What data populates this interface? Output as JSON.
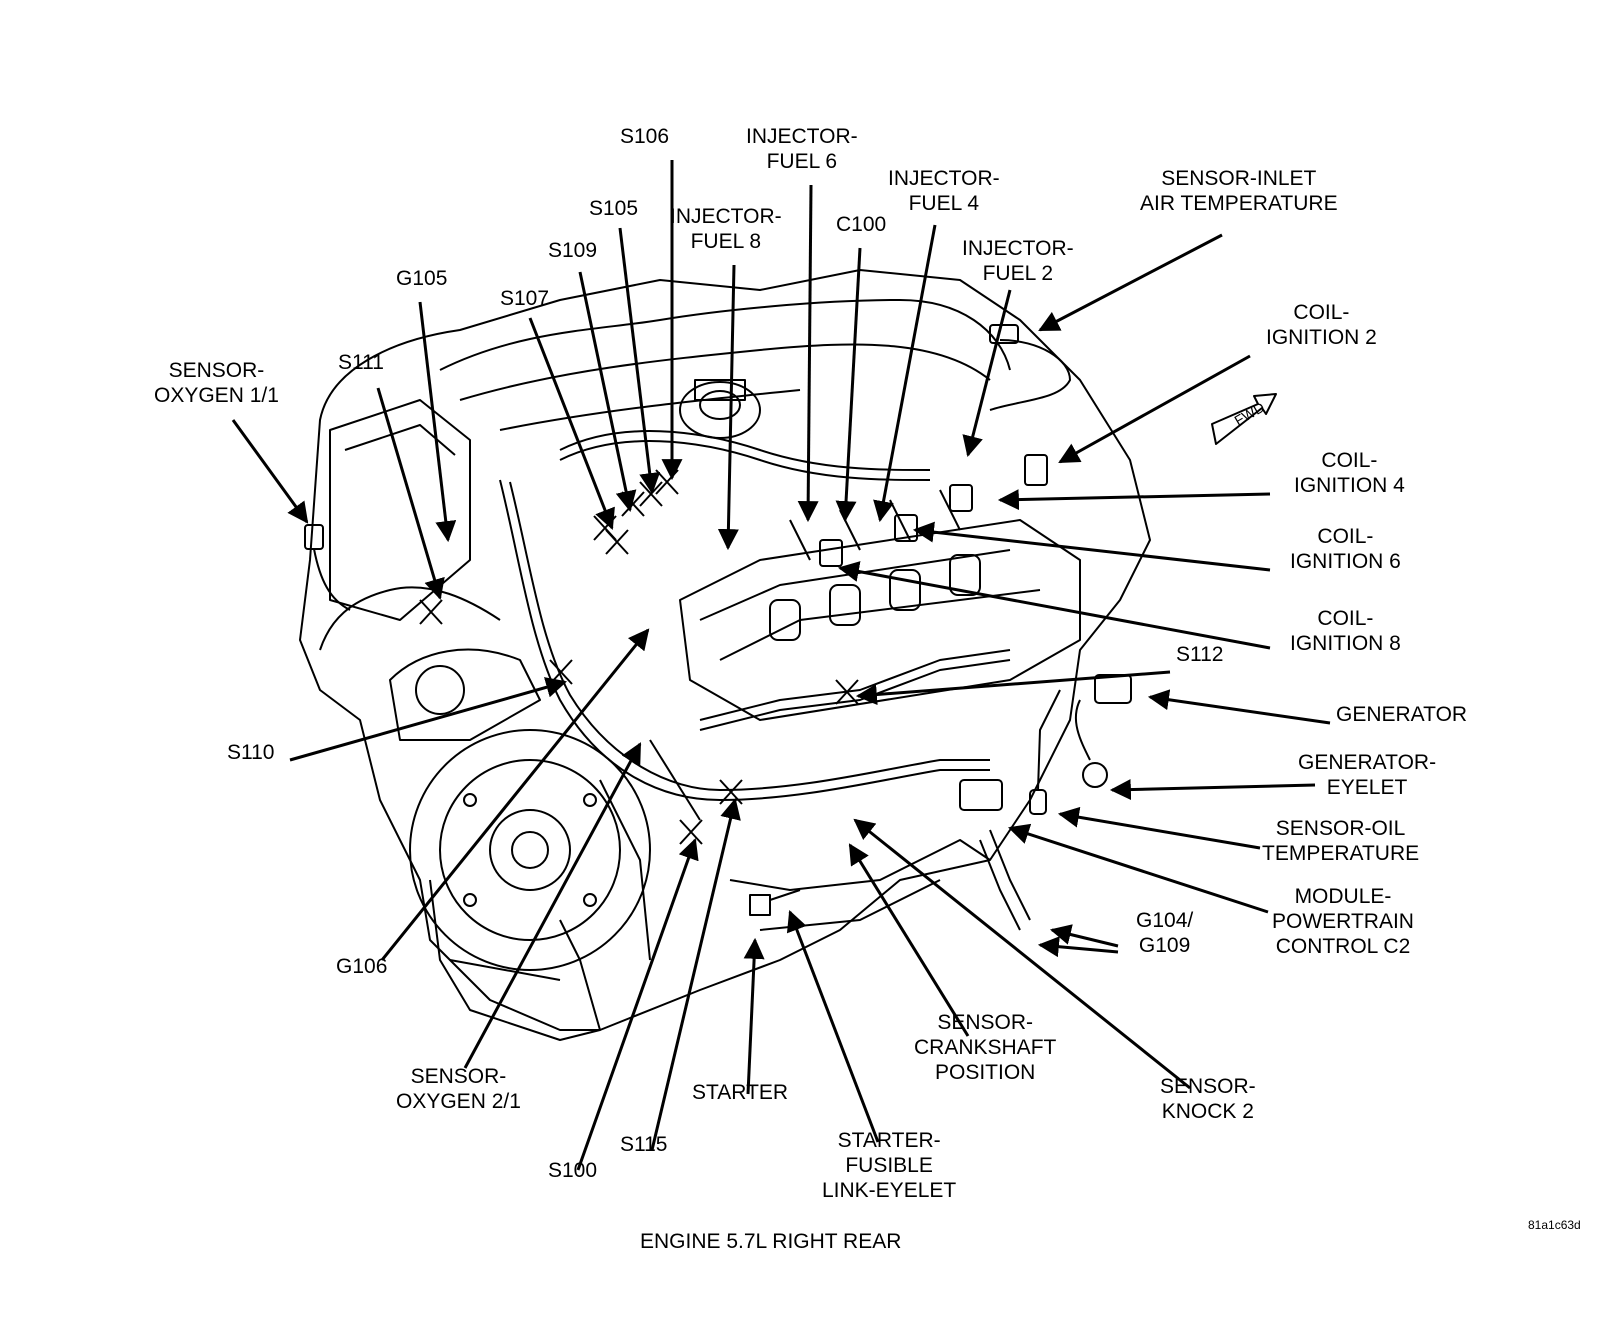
{
  "diagram": {
    "caption": "ENGINE 5.7L RIGHT REAR",
    "image_code": "81a1c63d",
    "fwd_label": "FWD",
    "colors": {
      "ink": "#000000",
      "paper": "#ffffff"
    }
  },
  "labels": {
    "s106": "S106",
    "injector_fuel_6": [
      "INJECTOR-",
      "FUEL 6"
    ],
    "injector_fuel_4": [
      "INJECTOR-",
      "FUEL 4"
    ],
    "sensor_inlet_air_temp": [
      "SENSOR-INLET",
      "AIR TEMPERATURE"
    ],
    "s105": "S105",
    "injector_fuel_8": [
      "INJECTOR-",
      "FUEL 8"
    ],
    "c100": "C100",
    "injector_fuel_2": [
      "INJECTOR-",
      "FUEL 2"
    ],
    "s109": "S109",
    "g105": "G105",
    "s107": "S107",
    "coil_ignition_2": [
      "COIL-",
      "IGNITION 2"
    ],
    "sensor_oxygen_1_1": [
      "SENSOR-",
      "OXYGEN 1/1"
    ],
    "s111": "S111",
    "coil_ignition_4": [
      "COIL-",
      "IGNITION 4"
    ],
    "coil_ignition_6": [
      "COIL-",
      "IGNITION 6"
    ],
    "coil_ignition_8": [
      "COIL-",
      "IGNITION 8"
    ],
    "s112": "S112",
    "generator": "GENERATOR",
    "s110": "S110",
    "generator_eyelet": [
      "GENERATOR-",
      "EYELET"
    ],
    "sensor_oil_temp": [
      "SENSOR-OIL",
      "TEMPERATURE"
    ],
    "module_powertrain": [
      "MODULE-",
      "POWERTRAIN",
      "CONTROL C2"
    ],
    "g104_g109": [
      "G104/",
      "G109"
    ],
    "g106": "G106",
    "sensor_crankshaft": [
      "SENSOR-",
      "CRANKSHAFT",
      "POSITION"
    ],
    "sensor_oxygen_2_1": [
      "SENSOR-",
      "OXYGEN 2/1"
    ],
    "starter": "STARTER",
    "sensor_knock_2": [
      "SENSOR-",
      "KNOCK 2"
    ],
    "s115": "S115",
    "s100": "S100",
    "starter_fusible": [
      "STARTER-",
      "FUSIBLE",
      "LINK-EYELET"
    ]
  }
}
